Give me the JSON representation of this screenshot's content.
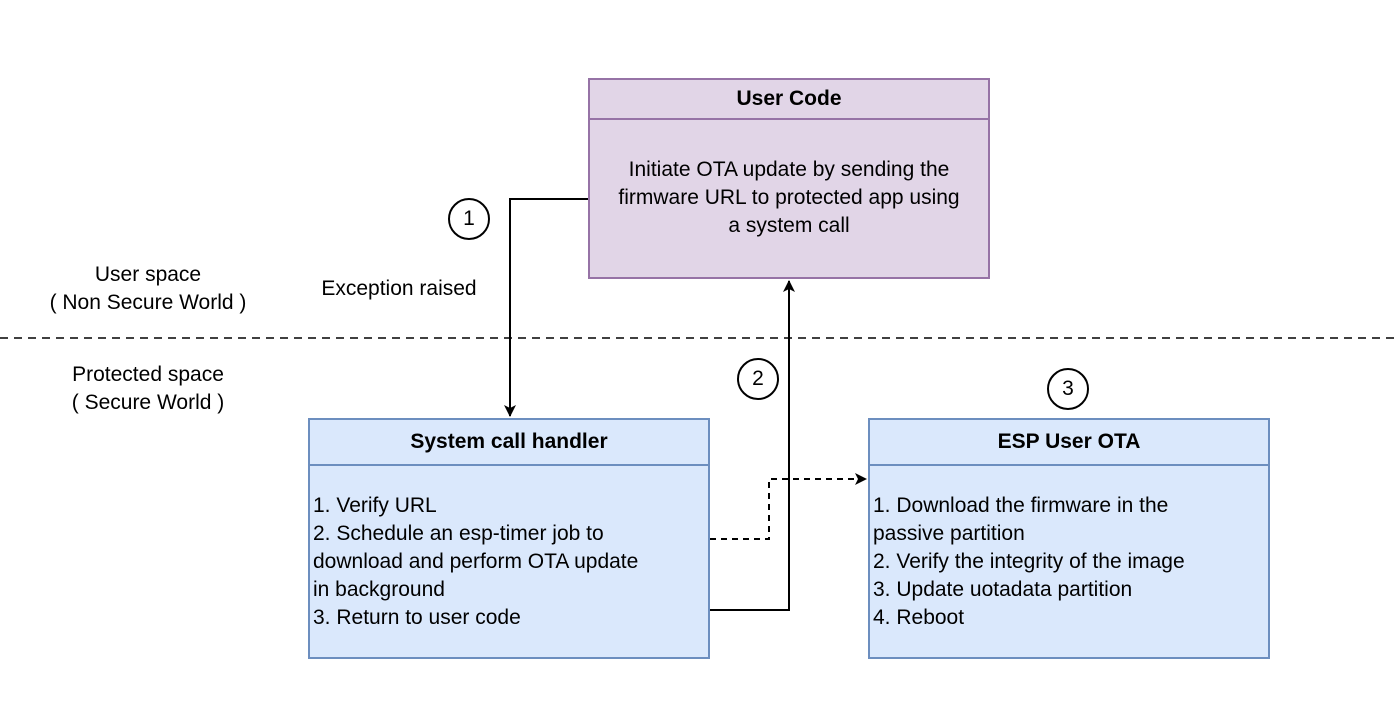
{
  "zones": {
    "user_space": {
      "line1": "User space",
      "line2": "( Non Secure World )"
    },
    "protected_space": {
      "line1": "Protected space",
      "line2": "( Secure World )"
    }
  },
  "edge_label": "Exception raised",
  "steps": [
    "1",
    "2",
    "3"
  ],
  "boxes": {
    "user_code": {
      "title": "User Code",
      "body": [
        "Initiate OTA update by sending the",
        "firmware URL to protected app using",
        "a system call"
      ]
    },
    "syscall_handler": {
      "title": "System call handler",
      "body": [
        "1. Verify URL",
        "2. Schedule an esp-timer job to",
        "download and perform OTA update",
        "in background",
        "3. Return to user code"
      ]
    },
    "esp_user_ota": {
      "title": "ESP User OTA",
      "body": [
        "1. Download the firmware in the",
        "passive partition",
        "2. Verify the integrity of the image",
        "3. Update uotadata partition",
        "4. Reboot"
      ]
    }
  },
  "colors": {
    "user_fill": "#e1d5e7",
    "user_stroke": "#9673a6",
    "protected_fill": "#dae8fc",
    "protected_stroke": "#6c8ebf"
  }
}
